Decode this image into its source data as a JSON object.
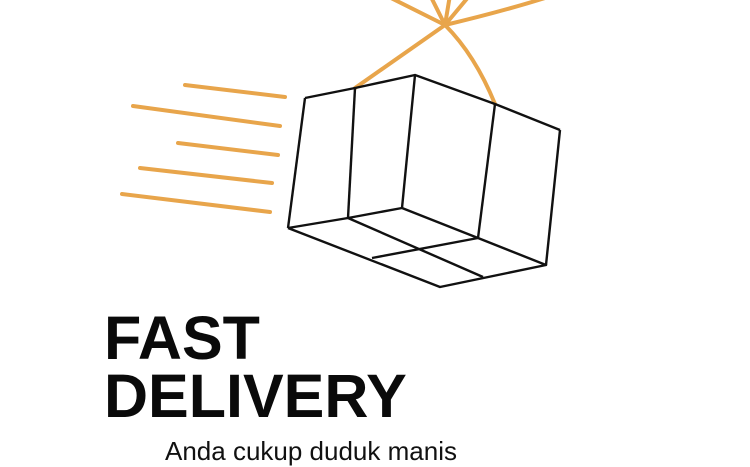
{
  "hero": {
    "title_line1": "FAST",
    "title_line2": "DELIVERY",
    "subtitle": "Anda cukup duduk manis"
  },
  "colors": {
    "accent": "#E8A54B",
    "stroke": "#111111"
  },
  "illustration": {
    "icon": "flying-package-icon"
  }
}
